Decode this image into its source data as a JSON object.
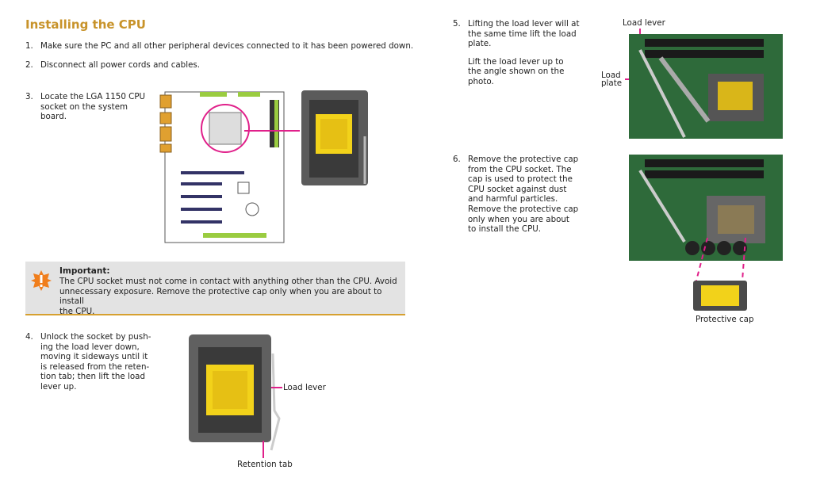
{
  "title": "Installing the CPU",
  "steps": {
    "s1": {
      "num": "1.",
      "text": "Make sure the PC and all other peripheral devices connected to it has been powered down."
    },
    "s2": {
      "num": "2.",
      "text": "Disconnect all power cords and cables."
    },
    "s3": {
      "num": "3.",
      "lines": [
        "Locate the LGA 1150 CPU",
        "socket on the system",
        "board."
      ]
    },
    "s4": {
      "num": "4.",
      "lines": [
        "Unlock the socket by push-",
        "ing the load lever down,",
        "moving it sideways until it",
        "is released from the reten-",
        "tion tab; then lift the load",
        "lever up."
      ]
    },
    "s5": {
      "num": "5.",
      "lines": [
        "Lifting the load lever will at",
        "the same time lift the load",
        "plate."
      ],
      "lines2": [
        "Lift the load lever up to",
        "the angle shown on the",
        "photo."
      ]
    },
    "s6": {
      "num": "6.",
      "lines": [
        "Remove the protective cap",
        "from the CPU socket. The",
        "cap is used to protect the",
        "CPU socket against dust",
        "and harmful particles.",
        "Remove the protective cap",
        "only when you are about",
        "to install the CPU."
      ]
    }
  },
  "important": {
    "title": "Important:",
    "lines": [
      "The CPU socket must not come in contact with anything other than the CPU. Avoid",
      "unnecessary exposure. Remove the protective cap only when you are about to install",
      "the CPU."
    ]
  },
  "labels": {
    "load_lever_4": "Load lever",
    "retention_tab": "Retention tab",
    "load_lever_5": "Load lever",
    "load_plate_1": "Load",
    "load_plate_2": "plate",
    "protective_cap": "Protective cap"
  },
  "colors": {
    "title": "#c8932a",
    "accent": "#e0208a",
    "important_bg": "#e3e3e3",
    "rule": "#d6a030"
  },
  "icons": {
    "important": "exclamation-badge-icon"
  }
}
